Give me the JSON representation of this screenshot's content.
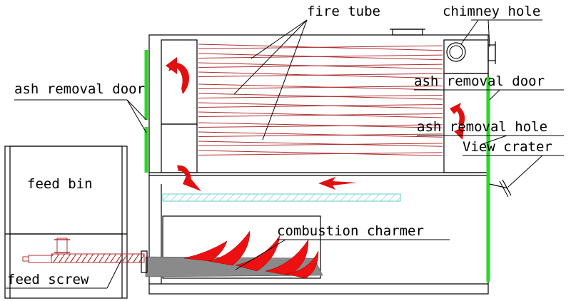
{
  "labels": {
    "fire_tube": "fire tube",
    "chimney_hole": "chimney hole",
    "ash_removal_door_left": "ash removal door",
    "ash_removal_door_right": "ash removal door",
    "ash_removal_hole": "ash removal hole",
    "view_crater": "View crater",
    "feed_bin": "feed bin",
    "combustion_chamber": "combustion charmer",
    "feed_screw": "feed screw"
  },
  "colors": {
    "door": "#22dd22",
    "flame": "#ee1010",
    "tube": "#b03030",
    "grate": "#66cccc",
    "fuel": "#888888"
  }
}
